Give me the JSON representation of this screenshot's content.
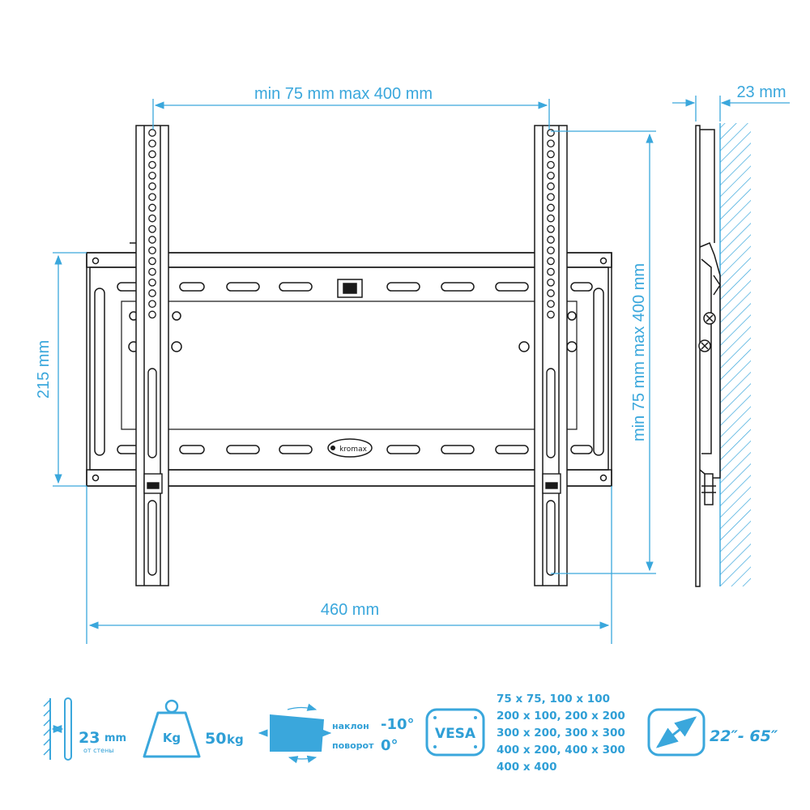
{
  "colors": {
    "accent": "#3aa7dc",
    "line": "#1a1a1a"
  },
  "dimensions": {
    "top_width": "min  75 mm max 400 mm",
    "wall_gap": "23 mm",
    "height_left": "215 mm",
    "height_right": "min  75 mm max 400 mm",
    "bottom_width": "460 mm"
  },
  "brand_logo": "kromax",
  "specs": {
    "wall_distance": {
      "icon": "wall-distance-icon",
      "value": "23",
      "unit": "mm",
      "caption": "от стены"
    },
    "load": {
      "icon": "weight-icon",
      "icon_label": "Kg",
      "value": "50",
      "unit": "kg"
    },
    "tilt": {
      "icon": "tilt-screen-icon",
      "tilt_label": "наклон",
      "tilt_value": "-10°",
      "swivel_label": "поворот",
      "swivel_value": "0°"
    },
    "vesa": {
      "icon_label": "VESA",
      "lines": [
        "75 x 75, 100 x 100",
        "200 x 100, 200 x 200",
        "300 x 200, 300 x 300",
        "400 x 200, 400 x 300",
        "400 x 400"
      ]
    },
    "diagonal": {
      "icon": "diagonal-icon",
      "value": "22″- 65″"
    }
  }
}
